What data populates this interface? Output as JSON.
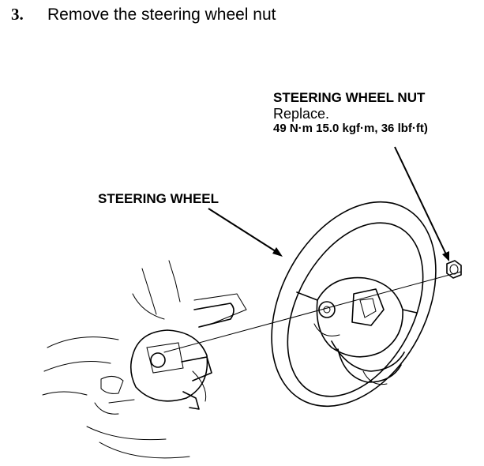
{
  "step": {
    "number": "3.",
    "title": "Remove the steering wheel nut"
  },
  "callouts": {
    "nut": {
      "name": "STEERING WHEEL NUT",
      "note": "Replace.",
      "torque": "49 N·m 15.0 kgf·m, 36 lbf·ft)"
    },
    "wheel": {
      "name": "STEERING WHEEL"
    }
  }
}
